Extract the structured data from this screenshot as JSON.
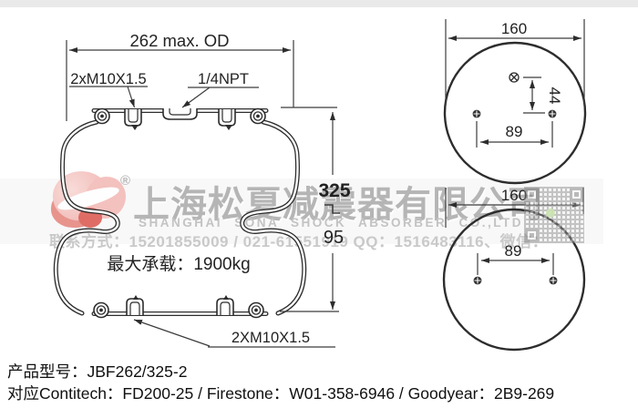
{
  "watermark": {
    "brand_cn": "上海松夏减震器有限公司",
    "brand_en": "SHANGHAI SONA SHOCK ABSORBER CO.,LTD",
    "registered_mark": "®",
    "contact_line": "联系方式：15201855009 / 021-61551919 QQ：1516483116、微信："
  },
  "front_view": {
    "dim_od": "262 max. OD",
    "label_top_studs": "2xM10X1.5",
    "label_port": "1/4NPT",
    "dim_height_max": "325",
    "dim_height_min": "95",
    "max_load": "最大承载：1900kg",
    "label_bottom_studs": "2XM10X1.5"
  },
  "top_view": {
    "dim_diameter": "160",
    "dim_offset": "44",
    "dim_pitch": "89"
  },
  "bottom_view": {
    "dim_diameter": "160",
    "dim_pitch": "89"
  },
  "product": {
    "model_line": "产品型号：JBF262/325-2",
    "cross_reference_line": "对应Contitech：FD200-25 / Firestone：W01-358-6946 / Goodyear：2B9-269"
  },
  "colors": {
    "line": "#2d2d2d",
    "dimension": "#3c3c3c",
    "watermark_gray": "#b5b5b5",
    "logo_pink": "#efaaa6",
    "logo_red": "#dd5f57"
  }
}
